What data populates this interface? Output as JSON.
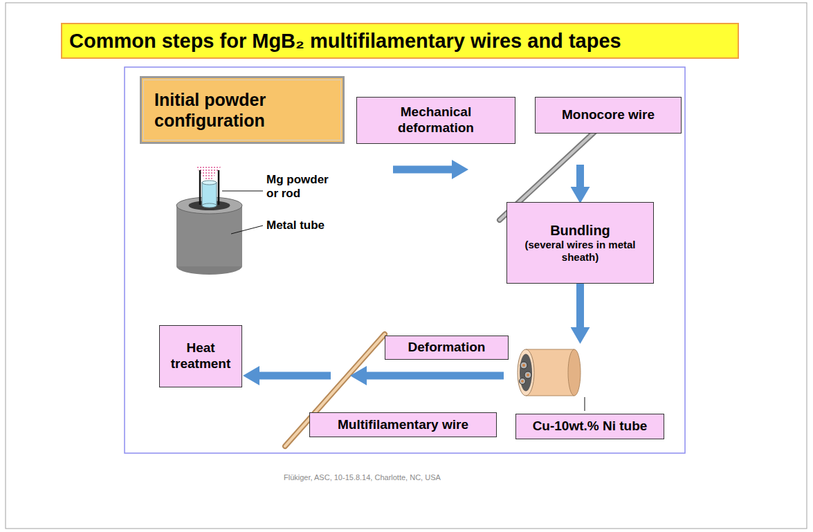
{
  "diagram": {
    "title": "Common steps for MgB₂ multifilamentary wires and tapes",
    "caption": "Flükiger, ASC, 10-15.8.14, Charlotte, NC, USA",
    "nodes": [
      {
        "text": [
          "Initial powder configuration"
        ]
      },
      {
        "text": [
          "Mechanical deformation"
        ]
      },
      {
        "text": [
          "Monocore wire"
        ]
      },
      {
        "text": [
          "Bundling",
          "(several wires in metal sheath)"
        ]
      },
      {
        "text": [
          "Cu-10wt.% Ni tube"
        ]
      },
      {
        "text": [
          "Deformation"
        ]
      },
      {
        "text": [
          "Multifilamentary wire"
        ]
      },
      {
        "text": [
          "Heat treatment"
        ]
      }
    ],
    "edges": [
      {
        "from": 0,
        "to": 2,
        "arrow": "to"
      },
      {
        "from": 2,
        "to": 3,
        "arrow": "to"
      },
      {
        "from": 3,
        "to": 4,
        "arrow": "to"
      },
      {
        "from": 4,
        "to": 6,
        "arrow": "to"
      },
      {
        "from": 6,
        "to": 7,
        "arrow": "to"
      }
    ],
    "labels": [
      "Mg powder or rod",
      "Metal tube"
    ]
  }
}
